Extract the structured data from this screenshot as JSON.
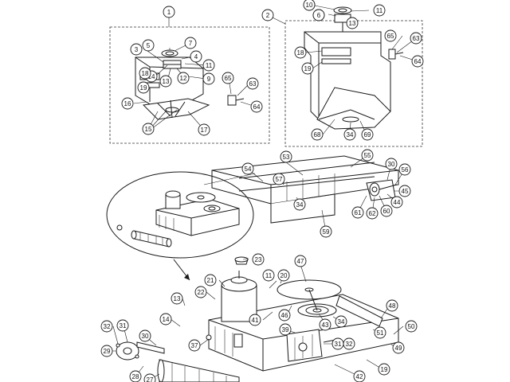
{
  "callouts": [
    {
      "label": "1"
    },
    {
      "label": "2"
    },
    {
      "label": "3"
    },
    {
      "label": "4"
    },
    {
      "label": "5"
    },
    {
      "label": "6"
    },
    {
      "label": "7"
    },
    {
      "label": "9"
    },
    {
      "label": "10"
    },
    {
      "label": "11"
    },
    {
      "label": "12"
    },
    {
      "label": "13"
    },
    {
      "label": "14"
    },
    {
      "label": "15"
    },
    {
      "label": "16"
    },
    {
      "label": "17"
    },
    {
      "label": "18"
    },
    {
      "label": "19"
    },
    {
      "label": "63"
    },
    {
      "label": "64"
    },
    {
      "label": "65"
    },
    {
      "label": "10"
    },
    {
      "label": "6"
    },
    {
      "label": "11"
    },
    {
      "label": "13"
    },
    {
      "label": "18"
    },
    {
      "label": "19"
    },
    {
      "label": "63"
    },
    {
      "label": "64"
    },
    {
      "label": "65"
    },
    {
      "label": "68"
    },
    {
      "label": "34"
    },
    {
      "label": "69"
    },
    {
      "label": "53"
    },
    {
      "label": "54"
    },
    {
      "label": "55"
    },
    {
      "label": "57"
    },
    {
      "label": "30"
    },
    {
      "label": "56"
    },
    {
      "label": "45"
    },
    {
      "label": "44"
    },
    {
      "label": "60"
    },
    {
      "label": "62"
    },
    {
      "label": "61"
    },
    {
      "label": "34"
    },
    {
      "label": "59"
    },
    {
      "label": "23"
    },
    {
      "label": "47"
    },
    {
      "label": "11"
    },
    {
      "label": "20"
    },
    {
      "label": "21"
    },
    {
      "label": "22"
    },
    {
      "label": "13"
    },
    {
      "label": "14"
    },
    {
      "label": "48"
    },
    {
      "label": "41"
    },
    {
      "label": "46"
    },
    {
      "label": "39"
    },
    {
      "label": "43"
    },
    {
      "label": "34"
    },
    {
      "label": "51"
    },
    {
      "label": "50"
    },
    {
      "label": "49"
    },
    {
      "label": "32"
    },
    {
      "label": "31"
    },
    {
      "label": "30"
    },
    {
      "label": "29"
    },
    {
      "label": "37"
    },
    {
      "label": "31"
    },
    {
      "label": "32"
    },
    {
      "label": "42"
    },
    {
      "label": "19"
    },
    {
      "label": "28"
    },
    {
      "label": "27"
    }
  ]
}
